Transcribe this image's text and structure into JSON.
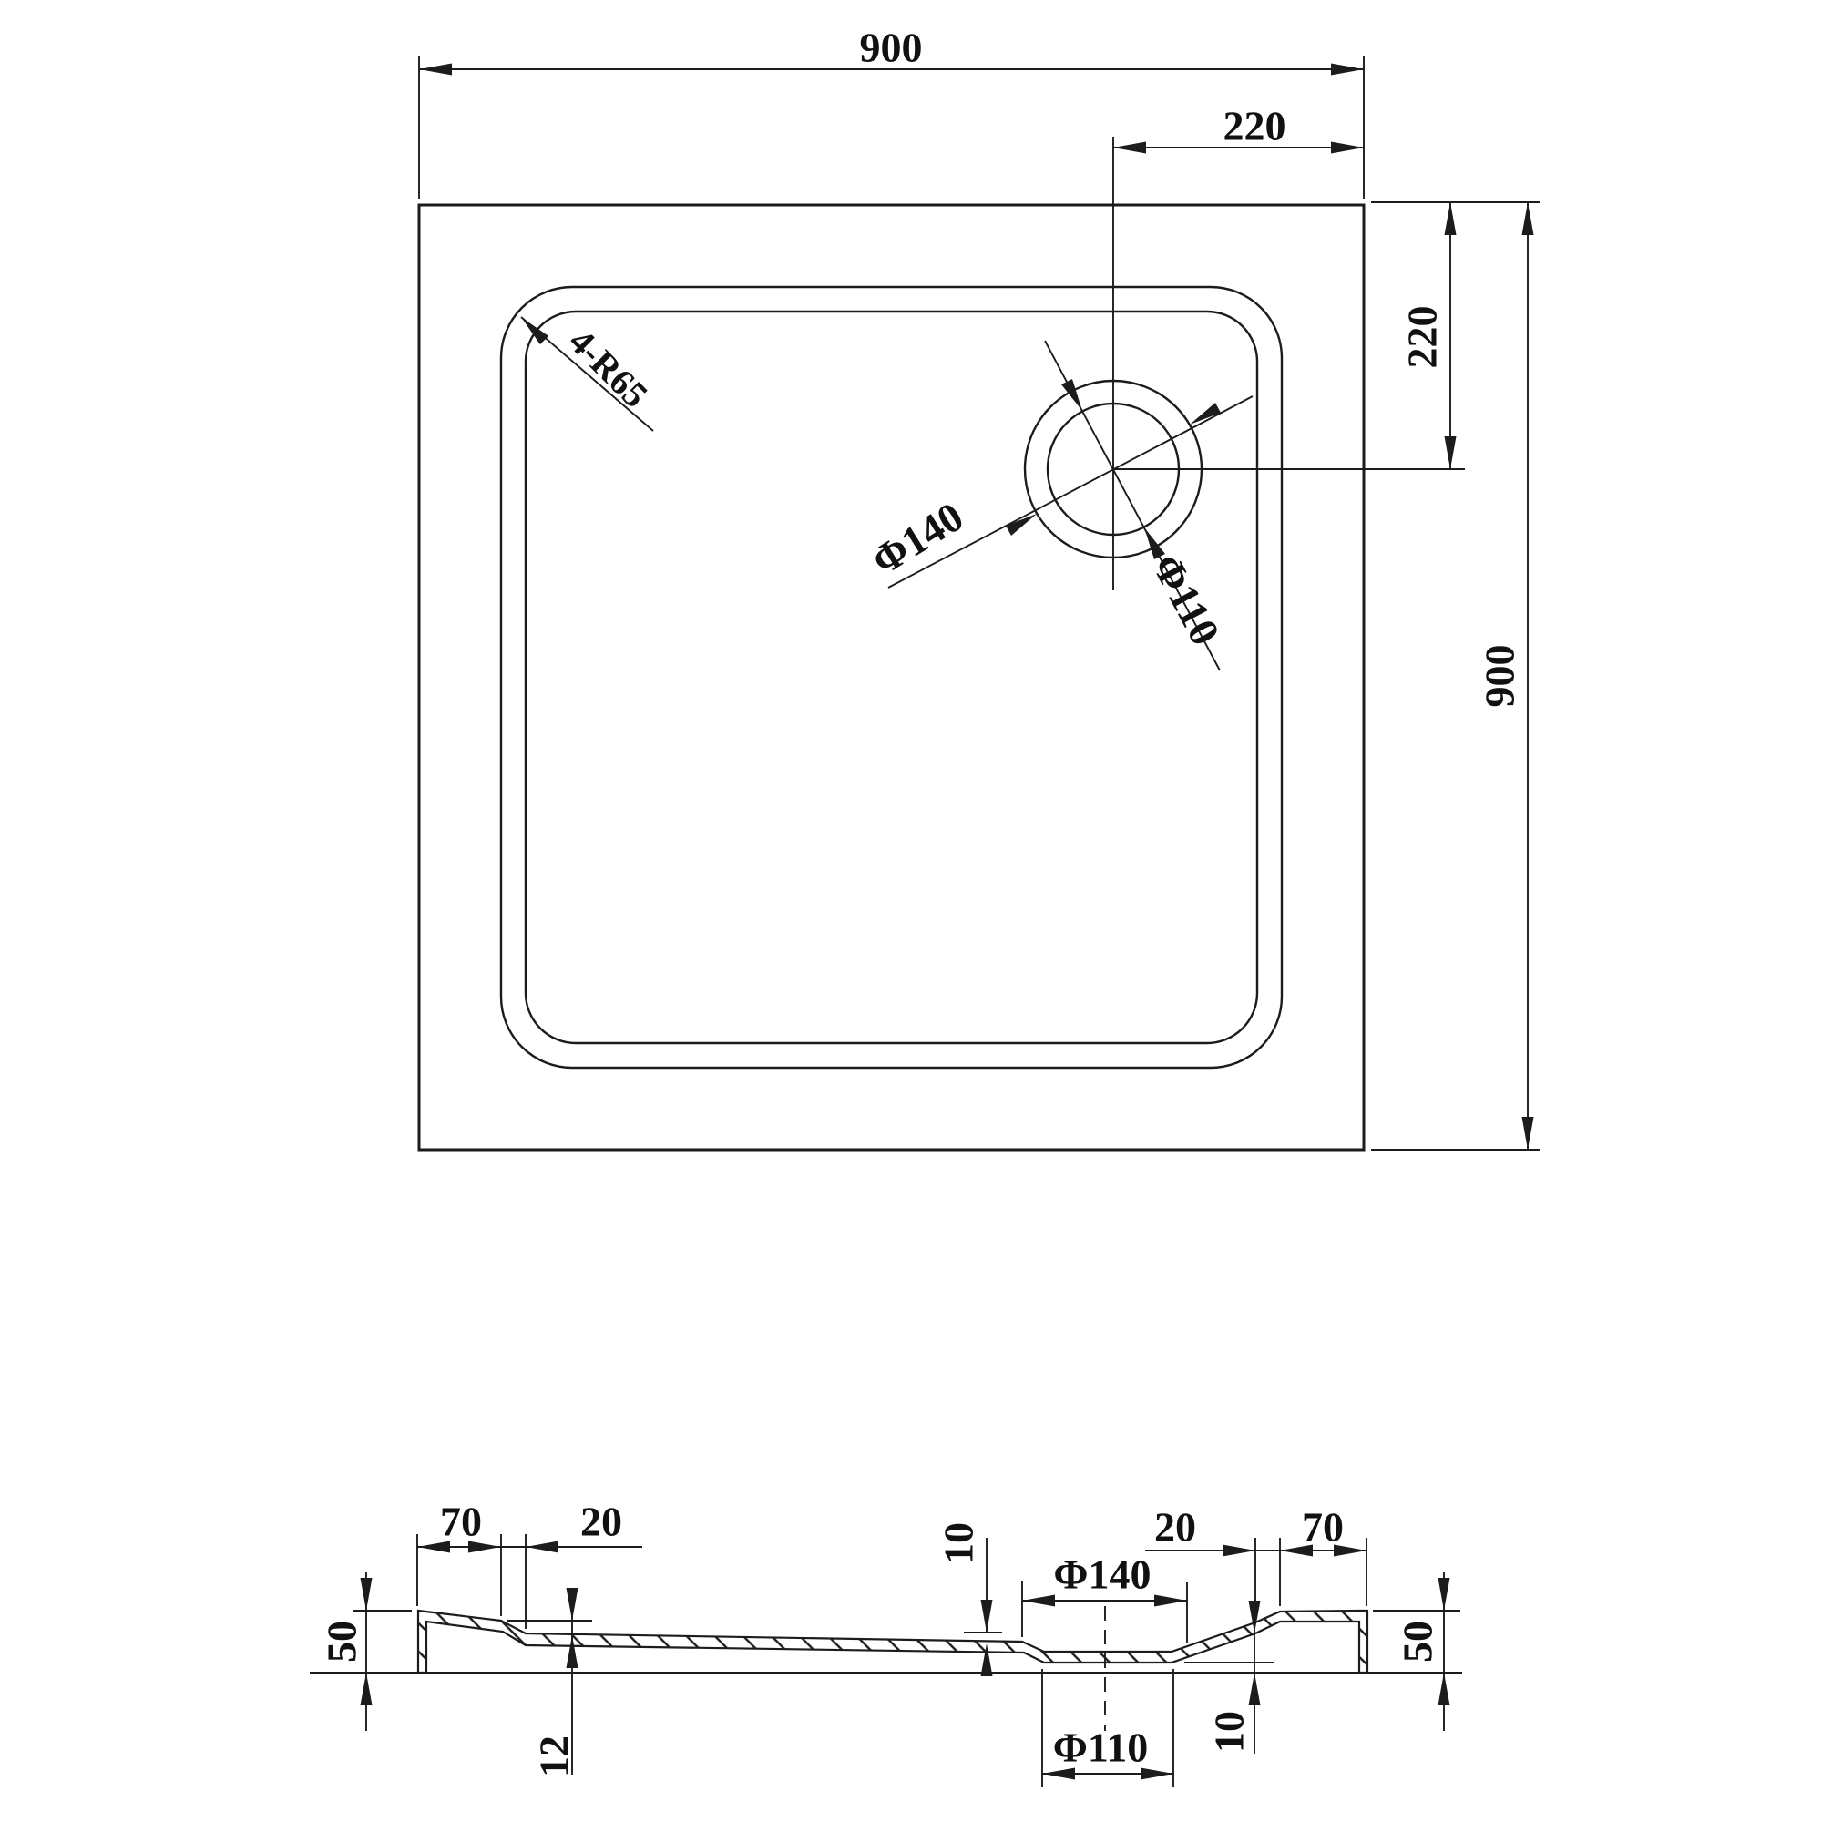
{
  "title": "Shower tray technical drawing",
  "colors": {
    "line": "#1c1c1c",
    "background": "#ffffff"
  },
  "plan_view": {
    "width_dim": "900",
    "height_dim": "900",
    "drain_offset_x_dim": "220",
    "drain_offset_y_dim": "220",
    "corner_radius_label": "4-R65",
    "drain_outer_dia_label": "Φ140",
    "drain_inner_dia_label": "Φ110"
  },
  "section_view": {
    "left_flange_width": "70",
    "left_slope_width": "20",
    "left_wall_height": "50",
    "left_floor_drop": "12",
    "recess_drop": "10",
    "recess_top_dia": "Φ140",
    "recess_bottom_dia": "Φ110",
    "recess_bottom_height": "10",
    "right_slope_width": "20",
    "right_flange_width": "70",
    "right_wall_height": "50"
  }
}
